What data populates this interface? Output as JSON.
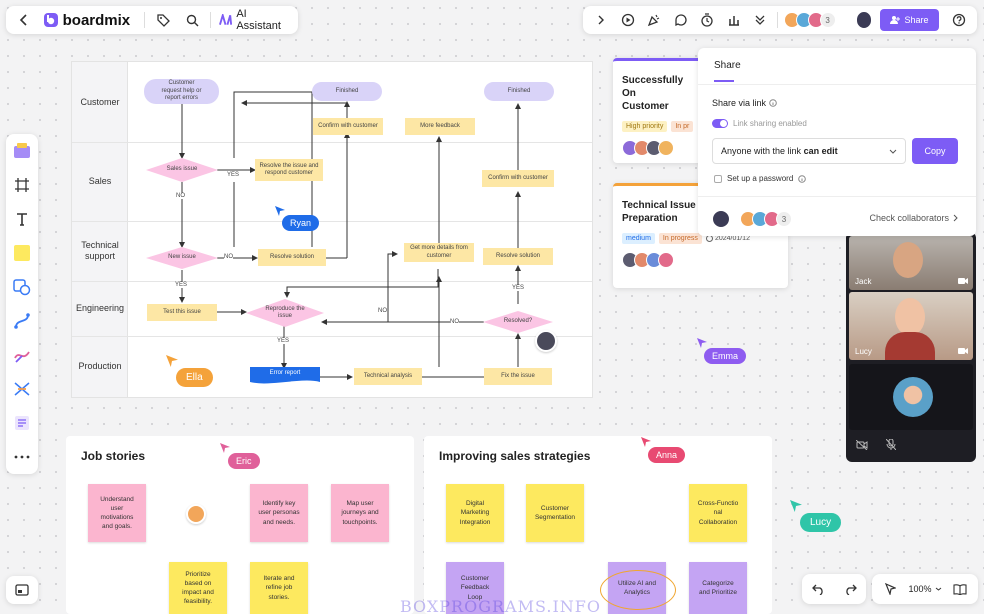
{
  "topbar": {
    "logo_text": "boardmix",
    "ai_label": "AI Assistant",
    "collab_count": "3",
    "share_label": "Share"
  },
  "share_panel": {
    "tab_label": "Share",
    "link_label": "Share via link",
    "toggle_label": "Link sharing enabled",
    "permission_prefix": "Anyone with the link",
    "permission_value": "can edit",
    "copy_label": "Copy",
    "password_label": "Set up a password",
    "collab_count": "3",
    "check_label": "Check collaborators"
  },
  "cards": [
    {
      "title": "Successfully On\nCustomer",
      "tags": [
        "High priority",
        "In pr"
      ]
    },
    {
      "title": "Technical Issue\nPreparation",
      "tags": [
        "medium",
        "In progress"
      ],
      "date": "2024/01/12"
    }
  ],
  "video": {
    "tiles": [
      {
        "name": "Jack"
      },
      {
        "name": "Lucy"
      }
    ]
  },
  "flow": {
    "lanes": [
      "Customer",
      "Sales",
      "Technical\nsupport",
      "Engineering",
      "Production"
    ],
    "nodes": {
      "n1": "Customer\nrequest help or\nreport errors",
      "n2": "Finished",
      "n3": "Finished",
      "n4": "Confirm with customer",
      "n5": "More feedback",
      "n6": "Sales issue",
      "n7": "Resolve the issue and\nrespond customer",
      "n8": "Confirm with customer",
      "n9": "New issue",
      "n10": "Resolve solution",
      "n11": "Get more details from\ncustomer",
      "n12": "Resolve solution",
      "n13": "Test this issue",
      "n14": "Reproduce the\nissue",
      "n15": "Resolved?",
      "n16": "Error report",
      "n17": "Technical analysis",
      "n18": "Fix the issue"
    },
    "edge_labels": {
      "yes1": "YES",
      "no1": "NO",
      "no2": "NO",
      "yes2": "YES",
      "yes3": "YES",
      "no3": "NO",
      "no4": "NO",
      "yes4": "YES"
    }
  },
  "job_stories": {
    "title": "Job stories",
    "notes": [
      "Understand\nuser\nmotivations\nand goals.",
      "Identify key\nuser personas\nand needs.",
      "Map user\njourneys and\ntouchpoints.",
      "Prioritize\nbased on\nimpact and\nfeasibility.",
      "Iterate and\nrefine job\nstories."
    ]
  },
  "sales": {
    "title": "Improving sales strategies",
    "notes": [
      "Digital\nMarketing\nIntegration",
      "Customer\nSegmentation",
      "Cross-Functio\nnal\nCollaboration",
      "Customer\nFeedback\nLoop",
      "Utilize AI and\nAnalytics",
      "Categorize\nand Prioritize"
    ]
  },
  "cursors": [
    "Ryan",
    "Emma",
    "Ella",
    "Eric",
    "Anna",
    "Lucy"
  ],
  "zoom": "100%",
  "watermark": "BOXPROGRAMS.INFO",
  "colors": {
    "accent": "#7d5cf5",
    "sticky_pink": "#fbb5cf",
    "sticky_yellow": "#fde95f",
    "sticky_purple": "#c4a4f3"
  }
}
